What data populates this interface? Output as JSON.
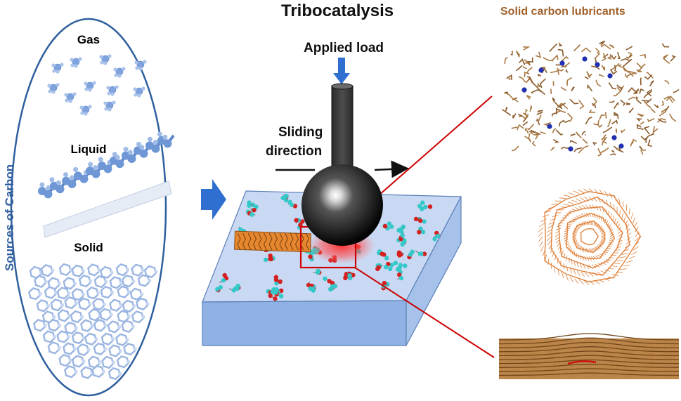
{
  "title": "Tribocatalysis",
  "applied_load": "Applied load",
  "sliding_line1": "Sliding",
  "sliding_line2": "direction",
  "lubricants_title": "Solid carbon lubricants",
  "sources_label": "Sources of Carbon",
  "phases": {
    "gas": "Gas",
    "liquid": "Liquid",
    "solid": "Solid"
  },
  "colors": {
    "oval_border": "#2f5f9e",
    "sources_text": "#2f5f9e",
    "molecule_blue": "#7fa3dc",
    "plate_top": "#c9d9f3",
    "plate_side": "#8fb1e3",
    "arrow_blue": "#2e6fd0",
    "red_line": "#cc0000",
    "lubricant_text": "#a0612b",
    "amorphous_carbon": "#a87842",
    "onion_carbon": "#e0823c",
    "layered_carbon": "#b57a3c",
    "atom_cyan": "#35c8c8",
    "atom_red": "#d42020"
  }
}
